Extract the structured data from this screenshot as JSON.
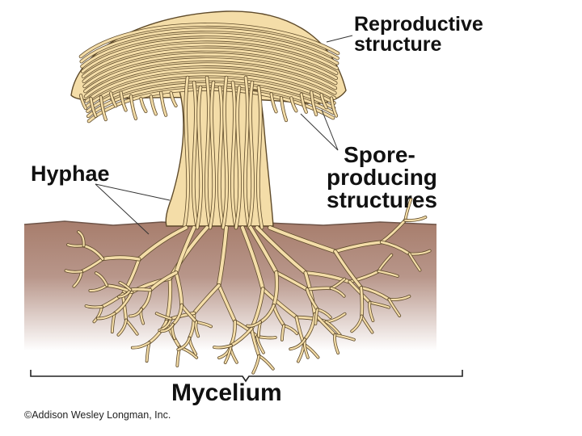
{
  "labels": {
    "reproductive": [
      "Reproductive",
      "structure"
    ],
    "spore": [
      "Spore-",
      "producing",
      "structures"
    ],
    "hyphae": "Hyphae",
    "mycelium": "Mycelium"
  },
  "credit": "©Addison Wesley Longman, Inc.",
  "colors": {
    "hypha_fill": "#F4DDA8",
    "hypha_outline": "#5E4A2A",
    "soil_top": "#A77D6C",
    "soil_bottom": "#FFFFFF",
    "soil_edge": "#6E5448",
    "leader": "#333333"
  }
}
